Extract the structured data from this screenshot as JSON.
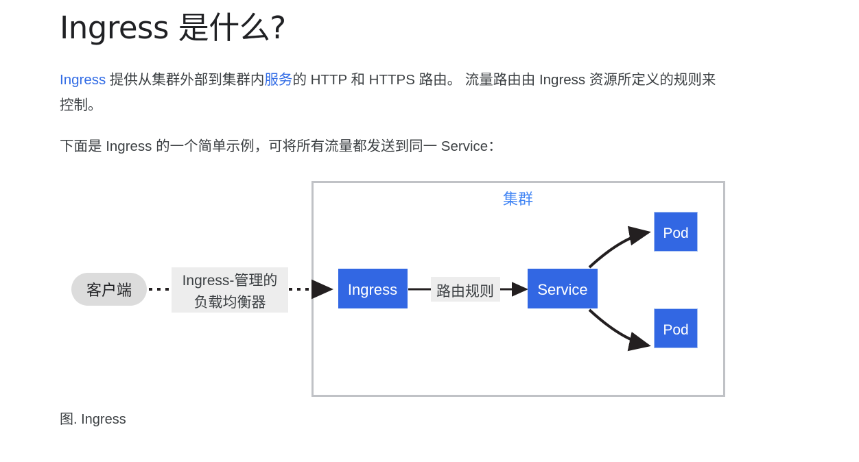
{
  "page": {
    "title": "Ingress 是什么?",
    "paragraphs": [
      {
        "id": "para-1",
        "segments": [
          {
            "type": "link",
            "text": "Ingress"
          },
          {
            "type": "text",
            "text": " 提供从集群外部到集群内"
          },
          {
            "type": "link",
            "text": "服务"
          },
          {
            "type": "text",
            "text": "的 HTTP 和 HTTPS 路由。 流量路由由 Ingress 资源所定义的规则来控制。"
          }
        ],
        "plain": "Ingress 提供从集群外部到集群内服务的 HTTP 和 HTTPS 路由。 流量路由由 Ingress 资源所定义的规则来控制。"
      },
      {
        "id": "para-2",
        "plain": "下面是 Ingress 的一个简单示例，可将所有流量都发送到同一 Service："
      }
    ],
    "figure_caption": "图. Ingress"
  },
  "diagram": {
    "cluster_label": "集群",
    "nodes": {
      "client": "客户端",
      "ingress": "Ingress",
      "service": "Service",
      "pod_top": "Pod",
      "pod_bottom": "Pod"
    },
    "edge_labels": {
      "lb_line1": "Ingress-管理的",
      "lb_line2": "负载均衡器",
      "routing_rules": "路由规则"
    }
  },
  "colors": {
    "link": "#326ce5",
    "node_blue": "#3267e3",
    "cluster_label_blue": "#4285f4",
    "cluster_border": "#c0c2c6",
    "client_fill": "#dcdcdc",
    "edge_label_bg": "#ededed",
    "text": "#3c4043",
    "title": "#202124",
    "arrow": "#231f20",
    "background": "#ffffff"
  }
}
